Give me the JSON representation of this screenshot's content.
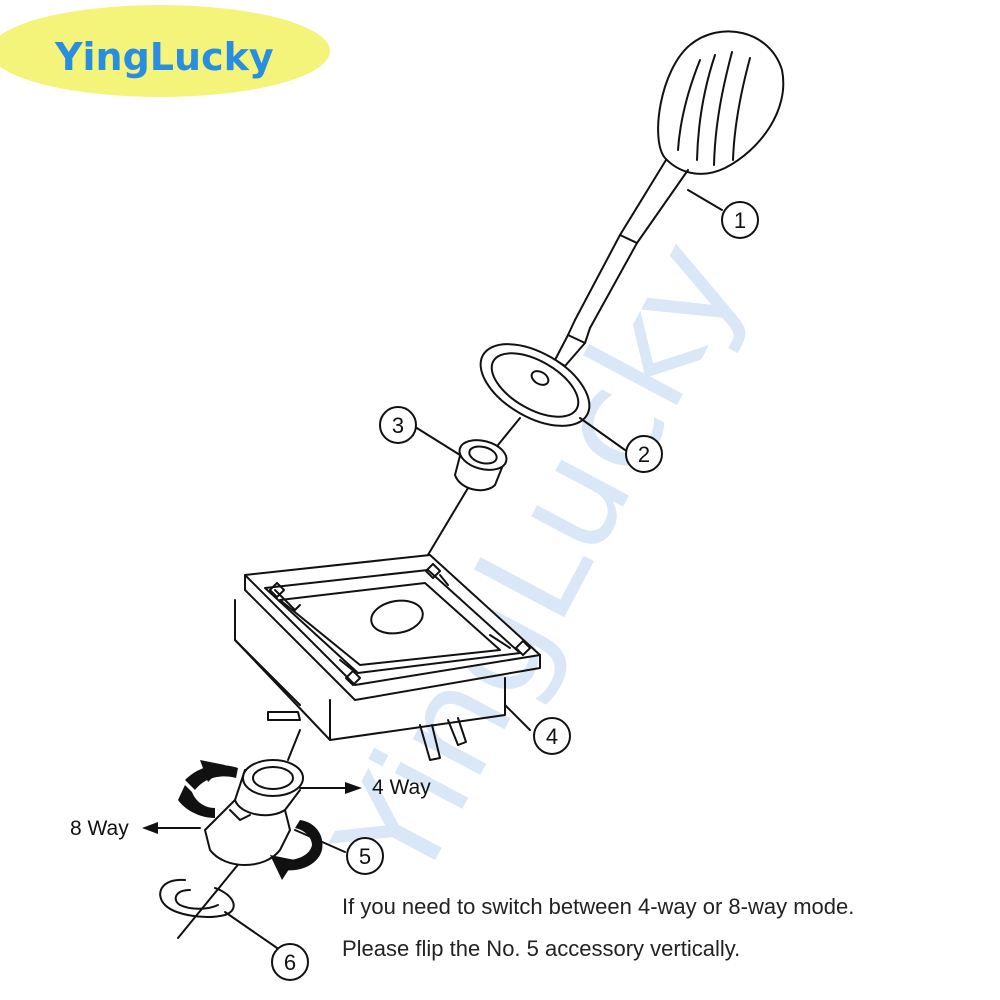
{
  "brand": {
    "name": "YingLucky",
    "watermark": "YingLucky"
  },
  "callouts": [
    "1",
    "2",
    "3",
    "4",
    "5",
    "6"
  ],
  "direction_labels": {
    "four_way": "4 Way",
    "eight_way": "8 Way"
  },
  "instructions": {
    "line1": "If you need to switch between 4-way or 8-way mode.",
    "line2": "Please flip the No. 5 accessory vertically."
  },
  "colors": {
    "badge_fill": "#f5f47a",
    "brand_text": "#2a8ee0",
    "line_art": "#111111"
  }
}
